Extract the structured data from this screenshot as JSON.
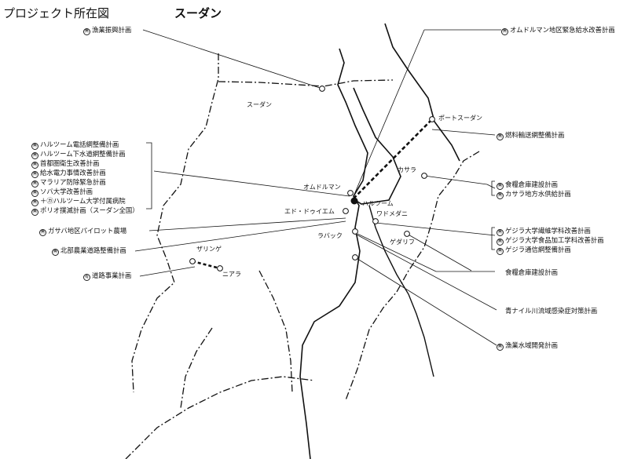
{
  "title": "プロジェクト所在図",
  "country": "スーダン",
  "map_labels": {
    "sudan": "スーダン",
    "port_sudan": "ポートスーダン",
    "kassala": "カサラ",
    "omdurman": "オムドルマン",
    "khartoum": "ハルツーム",
    "ed_dueim": "エド・ドゥイエム",
    "wad_medani": "ワドメダニ",
    "gedaref": "ゲダリフ",
    "rabak": "ラバック",
    "zalingei": "ザリンゲ",
    "nyala": "ニアラ"
  },
  "projects": {
    "fisheries": {
      "mark": "無",
      "label": "漁業振興計画"
    },
    "omdurman_water": {
      "mark": "無",
      "label": "オムドルマン地区緊急給水改善計画"
    },
    "fuel_transport": {
      "mark": "無",
      "label": "燃料輸送網整備計画"
    },
    "khartoum_group": [
      {
        "mark": "無",
        "label": "ハルツーム電話網整備計画"
      },
      {
        "mark": "無",
        "label": "ハルツーム下水道網整備計画"
      },
      {
        "mark": "無",
        "label": "首都圏衛生改善計画"
      },
      {
        "mark": "無",
        "label": "給水電力事情改善計画"
      },
      {
        "mark": "無",
        "label": "マラリア防除緊急計画"
      },
      {
        "mark": "無",
        "label": "ソバ大学改善計画"
      },
      {
        "mark": "無",
        "label": "＋㋕ハルツーム大学付属病院"
      },
      {
        "mark": "無",
        "label": "ポリオ撲滅計画（スーダン全国）"
      }
    ],
    "kassala_group": [
      {
        "mark": "無",
        "label": "食糧倉庫建設計画"
      },
      {
        "mark": "無",
        "label": "カサラ地方水供給計画"
      }
    ],
    "gezira_group": [
      {
        "mark": "無",
        "label": "ゲジラ大学繊維学科改善計画"
      },
      {
        "mark": "無",
        "label": "ゲジラ大学食品加工学科改善計画"
      },
      {
        "mark": "無",
        "label": "ゲジラ通信網整備計画"
      }
    ],
    "food_storage": {
      "label": "食糧倉庫建設計画"
    },
    "gazabah": {
      "mark": "無",
      "label": "ガサバ地区パイロット農場"
    },
    "northern_roads": {
      "mark": "無",
      "label": "北部農業道路整備計画"
    },
    "roads": {
      "mark": "有",
      "label": "道路事業計画"
    },
    "blue_nile": {
      "label": "青ナイル川流域感染症対策計画"
    },
    "fisheries_water": {
      "mark": "無",
      "label": "漁業水域開発計画"
    }
  }
}
